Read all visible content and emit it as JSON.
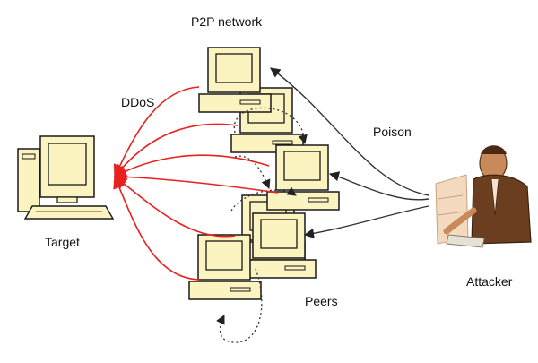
{
  "labels": {
    "network": "P2P network",
    "ddos": "DDoS",
    "poison": "Poison",
    "target": "Target",
    "peers": "Peers",
    "attacker": "Attacker"
  },
  "colors": {
    "ddos_arrow": "#e8211f",
    "poison_arrow": "#333333",
    "computer_fill": "#fbf3c0",
    "outline": "#1a1a1a"
  },
  "icons": {
    "target": "desktop-computer-icon",
    "peers": "computer-icon",
    "attacker": "person-at-computer-icon"
  }
}
